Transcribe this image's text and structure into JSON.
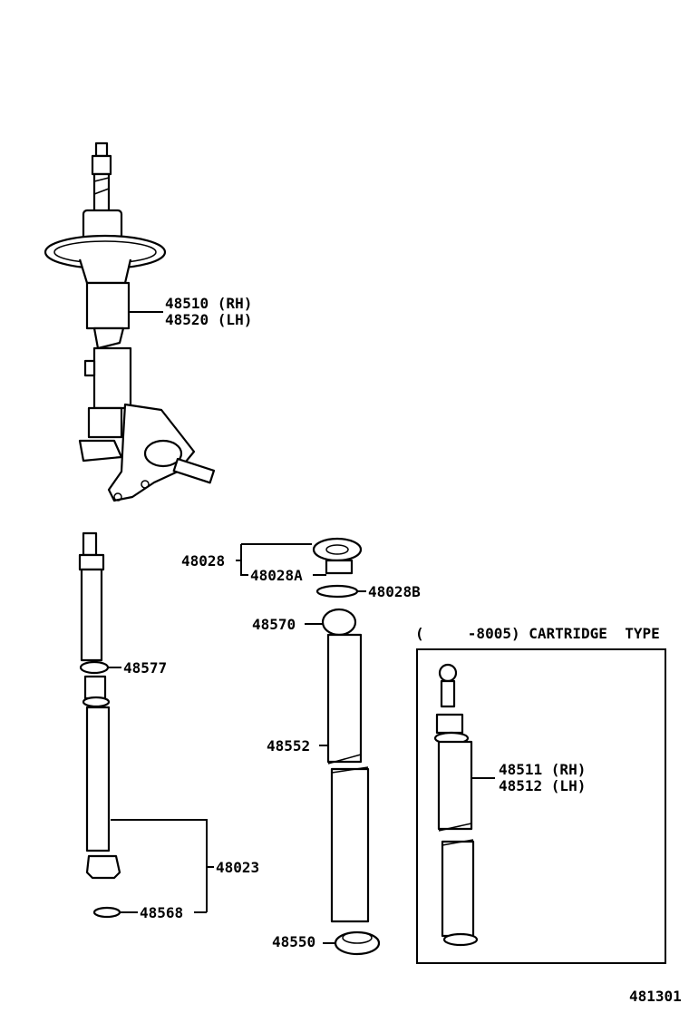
{
  "labels": {
    "strut_rh": "48510 (RH)",
    "strut_lh": "48520 (LH)",
    "support_set": "48028",
    "support_a": "48028A",
    "support_b": "48028B",
    "bumper": "48570",
    "collar": "48577",
    "cover": "48552",
    "shock_set": "48023",
    "clip": "48568",
    "seat": "48550",
    "cartridge_header": "(     -8005) CARTRIDGE  TYPE",
    "cartridge_rh": "48511 (RH)",
    "cartridge_lh": "48512 (LH)",
    "figure_number": "481301"
  }
}
